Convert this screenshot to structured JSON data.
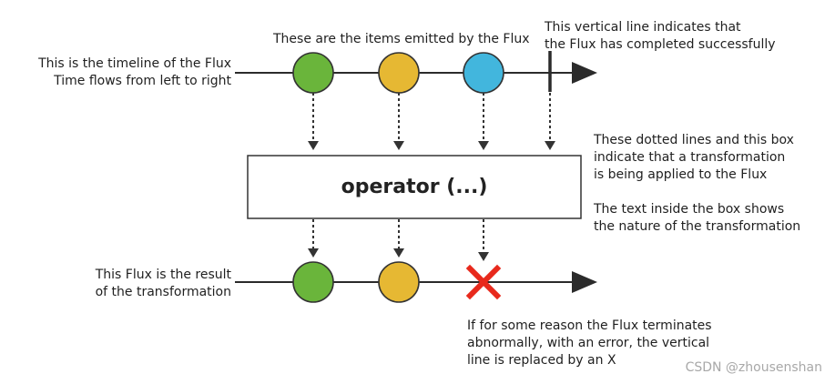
{
  "top_timeline": {
    "caption": [
      "This is the timeline of the Flux",
      "Time flows from left to right"
    ],
    "items_caption": "These are the items emitted by the Flux",
    "completion_caption": [
      "This vertical line indicates that",
      "the Flux has completed successfully"
    ],
    "items": [
      {
        "name": "green-item",
        "color": "#6ab53b"
      },
      {
        "name": "yellow-item",
        "color": "#e6b833"
      },
      {
        "name": "blue-item",
        "color": "#42b6dd"
      }
    ]
  },
  "operator": {
    "label": "operator (...)",
    "caption": [
      "These dotted lines and this box",
      "indicate that a transformation",
      "is being applied to the Flux"
    ],
    "caption2": [
      "The text inside the box shows",
      "the nature of the transformation"
    ]
  },
  "bottom_timeline": {
    "caption": [
      "This Flux is the result",
      "of the transformation"
    ],
    "error_caption": [
      "If for some reason the Flux terminates",
      "abnormally, with an error, the vertical",
      "line is replaced by an X"
    ],
    "items": [
      {
        "name": "green-item",
        "color": "#6ab53b"
      },
      {
        "name": "yellow-item",
        "color": "#e6b833"
      }
    ],
    "error_color": "#e8291c"
  },
  "watermark": "CSDN @zhousenshan"
}
